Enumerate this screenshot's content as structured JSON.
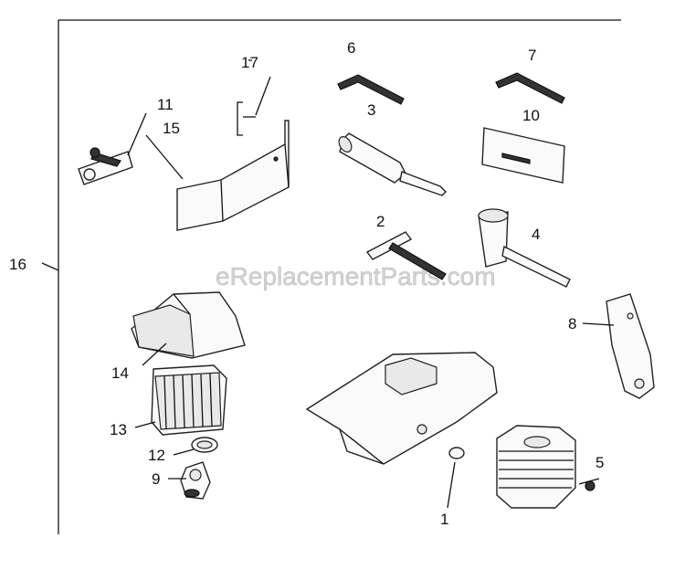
{
  "watermark": "eReplacementParts.com",
  "labels": {
    "p1": "1",
    "p2": "2",
    "p3": "3",
    "p4": "4",
    "p5": "5",
    "p6": "6",
    "p7": "7",
    "p8": "8",
    "p9": "9",
    "p10": "10",
    "p11": "11",
    "p12": "12",
    "p13": "13",
    "p14": "14",
    "p15": "15",
    "p16": "16",
    "p17": "17"
  }
}
